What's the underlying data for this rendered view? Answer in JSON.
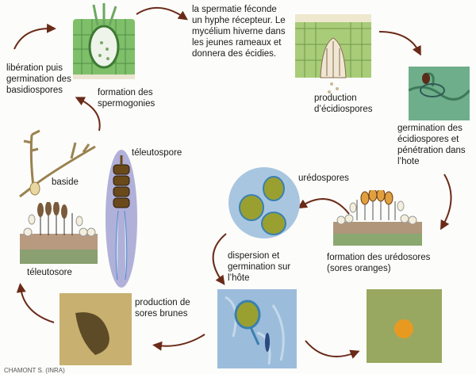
{
  "labels": {
    "spermatie": [
      "la spermatie féconde",
      "un hyphe récepteur. Le",
      "mycélium hiverne dans",
      "les jeunes rameaux et",
      "donnera des écidies."
    ],
    "spermogonies": [
      "formation des",
      "spermogonies"
    ],
    "basidiospores": [
      "libération puis",
      "germination des",
      "basidiospores"
    ],
    "ecidiospores": [
      "production",
      "d’écidiospores"
    ],
    "germination_ecidio": [
      "germination des",
      "écidiospores et",
      "pénétration dans",
      "l’hote"
    ],
    "uredospores": "urédospores",
    "uredosores": [
      "formation des urédosores",
      "(sores oranges)"
    ],
    "dispersion": [
      "dispersion et",
      "germination sur",
      "l’hôte"
    ],
    "sores_brunes": [
      "production de",
      "sores brunes"
    ],
    "teleutospore": "téleutospore",
    "baside": "baside",
    "teleutosore": "téleutosore",
    "credit": "CHAMONT S. (INRA)"
  },
  "colors": {
    "arrow": "#6a2a18",
    "leaf_green": "#8cc05a",
    "spore_blue": "#a9c6e0",
    "orange_sore": "#e89a20",
    "brown_sore": "#4a3a1a"
  }
}
